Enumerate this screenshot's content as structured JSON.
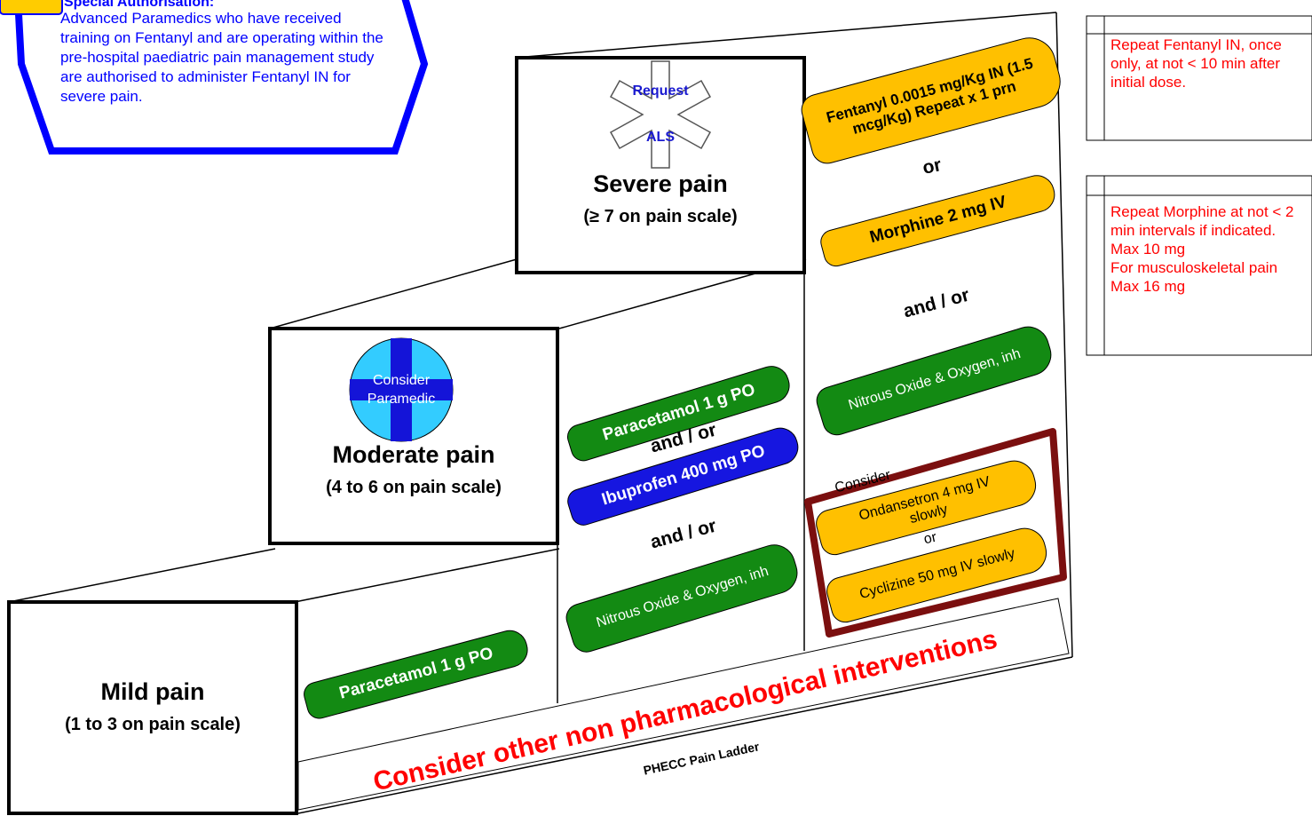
{
  "authorisation": {
    "heading": "Special Authorisation:",
    "text": "Advanced Paramedics who have received training on Fentanyl and are operating within the pre-hospital paediatric pain management study are authorised to administer Fentanyl IN for severe pain."
  },
  "steps": {
    "severe": {
      "title": "Severe pain",
      "scale": "(≥ 7 on pain scale)",
      "badge_top": "Request",
      "badge_bottom": "ALS"
    },
    "moderate": {
      "title": "Moderate pain",
      "scale": "(4 to 6 on pain scale)",
      "badge": "Consider\nParamedic"
    },
    "mild": {
      "title": "Mild pain",
      "scale": "(1 to 3 on pain scale)"
    }
  },
  "drugs": {
    "mild_paracetamol": "Paracetamol 1 g PO",
    "mod_paracetamol": "Paracetamol 1 g PO",
    "mod_andor_1": "and / or",
    "mod_ibuprofen": "Ibuprofen 400 mg PO",
    "mod_andor_2": "and / or",
    "mod_nitrous": "Nitrous Oxide & Oxygen, inh",
    "sev_fentanyl": "Fentanyl 0.0015 mg/Kg IN (1.5 mcg/Kg) Repeat x 1 prn",
    "sev_or": "or",
    "sev_morphine": "Morphine 2 mg IV",
    "sev_andor": "and / or",
    "sev_nitrous": "Nitrous Oxide & Oxygen, inh",
    "antiemetic_consider": "Consider",
    "sev_ondansetron": "Ondansetron 4 mg IV slowly",
    "antiemetic_or": "or",
    "sev_cyclizine": "Cyclizine 50 mg IV slowly"
  },
  "footer": {
    "non_pharm": "Consider other non pharmacological interventions",
    "ladder_name": "PHECC Pain Ladder"
  },
  "notes": {
    "fentanyl": "Repeat Fentanyl IN, once only, at not < 10 min after initial dose.",
    "morphine": "Repeat Morphine at not < 2 min intervals if indicated.\nMax 10 mg\nFor musculoskeletal pain Max 16 mg"
  },
  "colors": {
    "green": "#138a13",
    "blue": "#1616e0",
    "amber": "#ffc000",
    "maroon": "#7b0f0f",
    "note_red": "#ff0000",
    "auth_blue": "#0000ff"
  }
}
